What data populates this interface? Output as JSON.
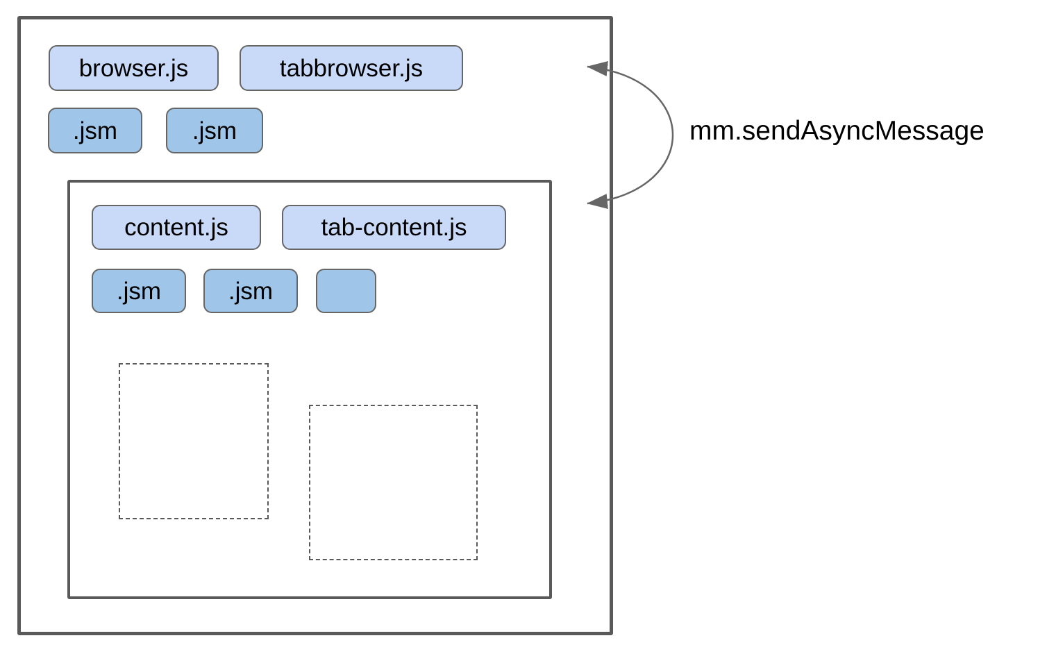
{
  "colors": {
    "background": "#ffffff",
    "frame_border": "#595959",
    "pill_border": "#666666",
    "pill_light_blue": "#c9daf8",
    "pill_dark_blue": "#9fc5e8",
    "dashed_border": "#595959",
    "arrow": "#666666",
    "text": "#000000"
  },
  "parent_process": {
    "scripts": [
      {
        "label": "browser.js"
      },
      {
        "label": "tabbrowser.js"
      }
    ],
    "modules": [
      {
        "label": ".jsm"
      },
      {
        "label": ".jsm"
      }
    ]
  },
  "content_frame": {
    "scripts": [
      {
        "label": "content.js"
      },
      {
        "label": "tab-content.js"
      }
    ],
    "modules": [
      {
        "label": ".jsm"
      },
      {
        "label": ".jsm"
      },
      {
        "label": ""
      }
    ]
  },
  "arrow": {
    "label": "mm.sendAsyncMessage"
  }
}
